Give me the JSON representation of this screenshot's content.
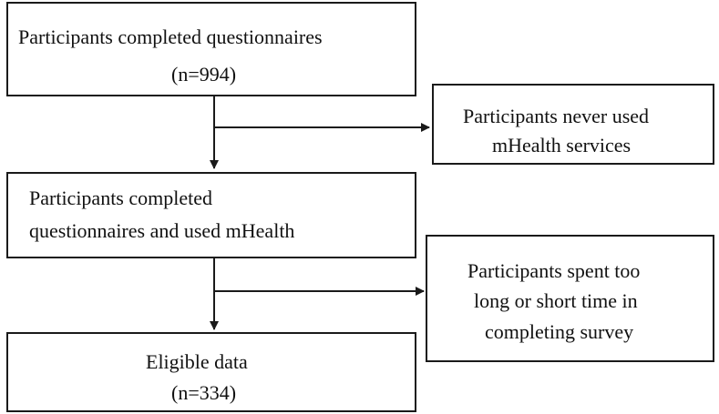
{
  "boxes": {
    "completed": {
      "line1": "Participants completed questionnaires",
      "line2": "(n=994)"
    },
    "never_used": {
      "line1": "Participants never used",
      "line2": "mHealth services"
    },
    "used": {
      "line1": "Participants completed",
      "line2": "questionnaires and used mHealth"
    },
    "time": {
      "line1": "Participants spent too",
      "line2": "long or short time in",
      "line3": "completing survey"
    },
    "eligible": {
      "line1": "Eligible data",
      "line2": "(n=334)"
    }
  },
  "colors": {
    "line": "#1a1a1a"
  }
}
